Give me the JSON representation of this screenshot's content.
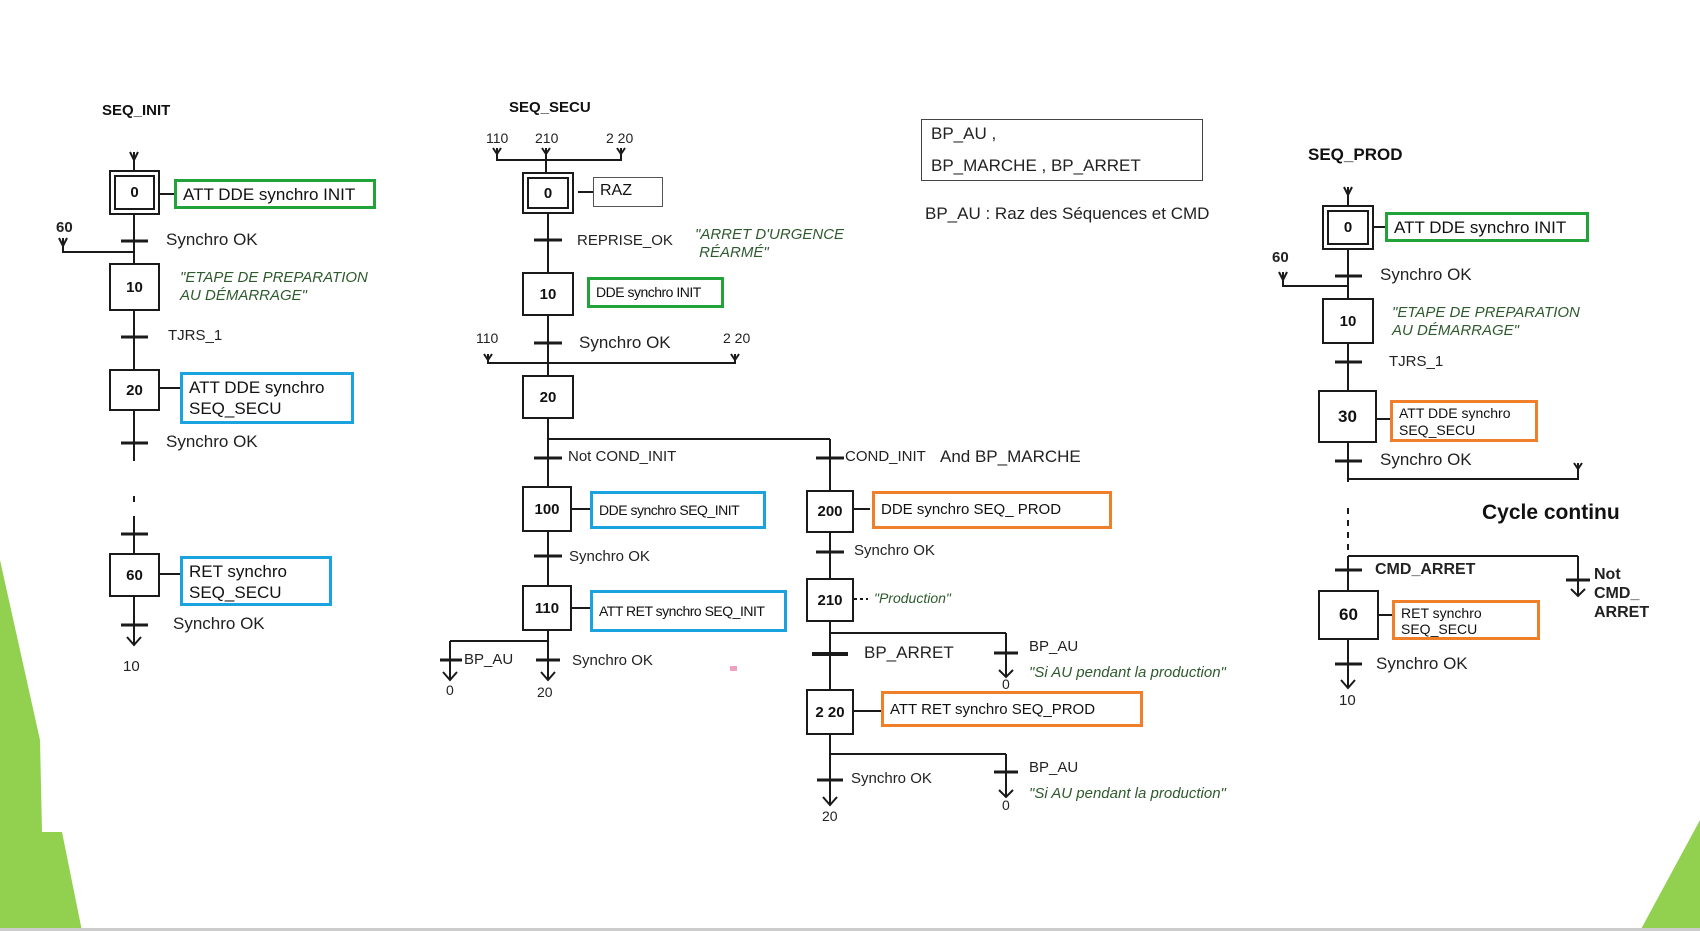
{
  "seq_init": {
    "title": "SEQ_INIT",
    "step_0": "0",
    "action_0": "ATT DDE synchro INIT",
    "jump_60": "60",
    "t_synchro_ok_1": "Synchro OK",
    "step_10": "10",
    "note_10": "\"ETAPE DE PREPARATION\nAU DÉMARRAGE\"",
    "t_tjrs": "TJRS_1",
    "step_20": "20",
    "action_20": "ATT DDE synchro\nSEQ_SECU",
    "t_synchro_ok_2": "Synchro OK",
    "step_60": "60",
    "action_60": "RET synchro\nSEQ_SECU",
    "t_synchro_ok_3": "Synchro OK",
    "goto_10": "10"
  },
  "seq_secu": {
    "title": "SEQ_SECU",
    "in_110": "110",
    "in_210": "210",
    "in_220": "2 20",
    "step_0": "0",
    "action_0": "RAZ",
    "t_reprise": "REPRISE_OK",
    "note_reprise": "\"ARRET D'URGENCE\n RÉARMÉ\"",
    "step_10": "10",
    "action_10": "DDE synchro INIT",
    "in2_110": "110",
    "in2_220": "2 20",
    "t_synchro_ok": "Synchro OK",
    "step_20": "20",
    "t_not_cond": "Not COND_INIT",
    "t_cond": "COND_INIT",
    "t_and_marche": "And BP_MARCHE",
    "step_100": "100",
    "action_100": "DDE synchro SEQ_INIT",
    "t_synchro_ok_100": "Synchro OK",
    "step_110": "110",
    "action_110": "ATT RET synchro SEQ_INIT",
    "t_bp_au_110": "BP_AU",
    "goto_0_a": "0",
    "t_synchro_ok_110": "Synchro OK",
    "goto_20_a": "20",
    "step_200": "200",
    "action_200_a": "DDE synchro SEQ_",
    "action_200_b": "PROD",
    "t_synchro_ok_200": "Synchro OK",
    "step_210": "210",
    "note_210": "\"Production\"",
    "t_bp_arret": "BP_ARRET",
    "t_bp_au_210": "BP_AU",
    "note_au_1": "\"Si AU pendant la production\"",
    "goto_0_b": "0",
    "step_220": "2 20",
    "action_220": "ATT RET synchro SEQ_PROD",
    "t_synchro_ok_220": "Synchro OK",
    "goto_20_b": "20",
    "t_bp_au_220": "BP_AU",
    "note_au_2": "\"Si AU pendant la production\"",
    "goto_0_c": "0"
  },
  "legend": {
    "line1": "BP_AU ,",
    "line2": "BP_MARCHE ,   BP_ARRET",
    "caption": "BP_AU : Raz des Séquences et CMD"
  },
  "seq_prod": {
    "title": "SEQ_PROD",
    "step_0": "0",
    "action_0": "ATT DDE synchro INIT",
    "jump_60": "60",
    "t_synchro_ok_1": "Synchro OK",
    "step_10": "10",
    "note_10": "\"ETAPE DE PREPARATION\nAU DÉMARRAGE\"",
    "t_tjrs": "TJRS_1",
    "step_30": "30",
    "action_30": "ATT DDE synchro\nSEQ_SECU",
    "t_synchro_ok_2": "Synchro OK",
    "cycle": "Cycle continu",
    "t_cmd_arret": "CMD_ARRET",
    "t_not_cmd": "Not\nCMD_\nARRET",
    "step_60": "60",
    "action_60": "RET synchro\nSEQ_SECU",
    "t_synchro_ok_3": "Synchro OK",
    "goto_10": "10"
  },
  "colors": {
    "green": "#22a33a",
    "blue": "#1aa3de",
    "orange": "#f07f2a",
    "note_green": "#2e5a2e",
    "decor_green": "#92d050"
  }
}
